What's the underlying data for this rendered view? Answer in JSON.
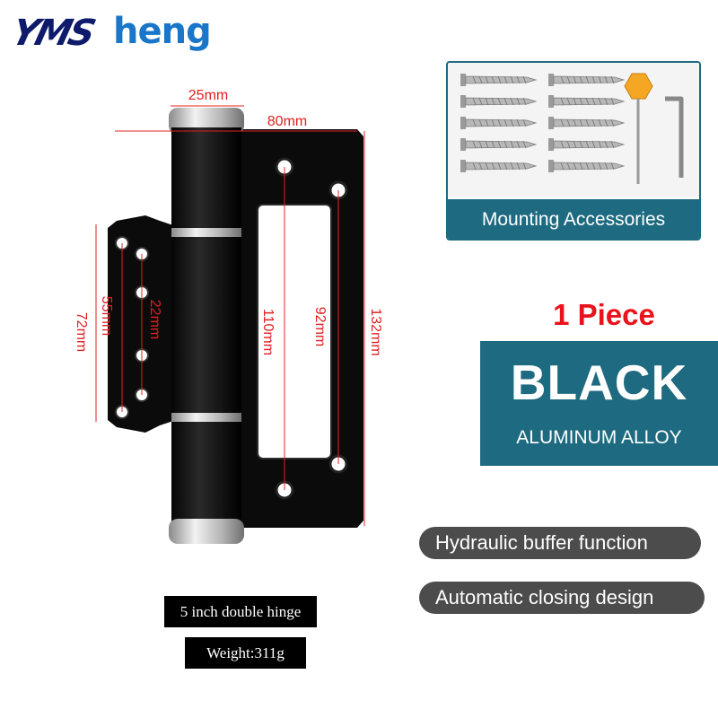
{
  "brand": {
    "mark": "YMS",
    "name": "heng"
  },
  "dimensions": {
    "knuckle_width": "25mm",
    "leaf_width": "80mm",
    "small_leaf_height": "72mm",
    "small_hole_span": "55mm",
    "small_hole_pitch": "22mm",
    "slot_height": "110mm",
    "large_hole_span": "92mm",
    "total_height": "132mm"
  },
  "accessories": {
    "label": "Mounting Accessories",
    "screw_count": 10
  },
  "quantity": "1 Piece",
  "finish": {
    "color": "BLACK",
    "material": "ALUMINUM ALLOY"
  },
  "features": [
    "Hydraulic buffer function",
    "Automatic closing design"
  ],
  "specs": {
    "size": "5 inch double hinge",
    "weight": "Weight:311g"
  },
  "colors": {
    "accent": "#1e6a80",
    "quantity_red": "#e8131b",
    "dimension_red": "#e02020",
    "pill_gray": "#4c4c4c",
    "brand_navy": "#0e1a6a",
    "brand_blue": "#1976c8"
  }
}
